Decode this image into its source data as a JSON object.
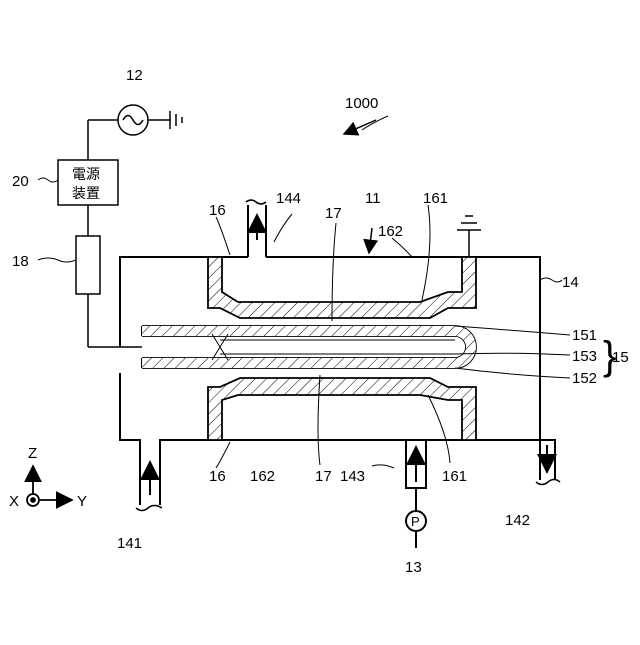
{
  "figure": {
    "ref_numbers": {
      "assembly": "1000",
      "ac_source": "12",
      "power_supply": "20",
      "resistor": "18",
      "reactor": "11",
      "chamber": "14",
      "electrode_group": "15",
      "electrode_151": "151",
      "electrode_152": "152",
      "discharge_153": "153",
      "holder_16": "16",
      "flow_channel_17": "17",
      "support_161": "161",
      "space_162": "162",
      "pump": "13",
      "port_141": "141",
      "port_142": "142",
      "port_143": "143",
      "port_144": "144"
    },
    "power_supply_label_line1": "電源",
    "power_supply_label_line2": "装置",
    "pump_symbol": "P",
    "axes": {
      "z": "Z",
      "x": "X",
      "y": "Y"
    },
    "brace": "}"
  }
}
